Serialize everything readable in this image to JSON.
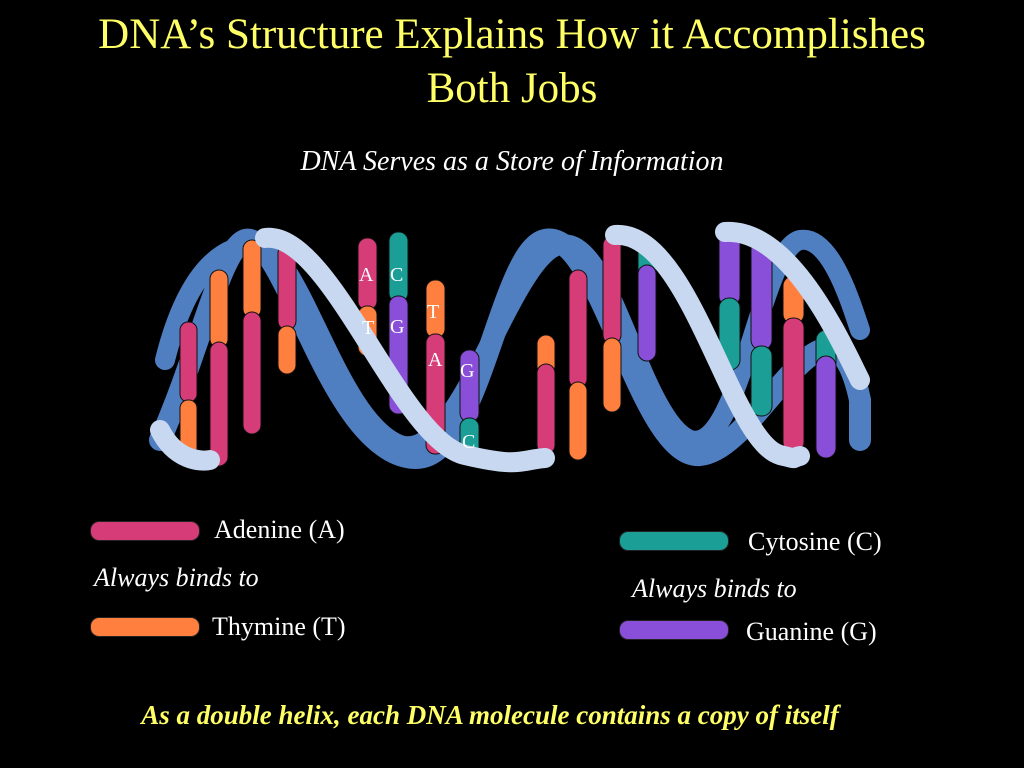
{
  "title_line1": "DNA’s Structure Explains How it Accomplishes",
  "title_line2": "Both Jobs",
  "subtitle": "DNA Serves as a Store of Information",
  "colors": {
    "adenine": "#d63c78",
    "thymine": "#ff7f3f",
    "cytosine": "#1a9e96",
    "guanine": "#8a4fd8",
    "backbone_front": "#c8d8f0",
    "backbone_back": "#4f7fc0",
    "title": "#ffff66"
  },
  "helix_letters": [
    "A",
    "C",
    "T",
    "G",
    "T",
    "A",
    "G",
    "C"
  ],
  "legend": {
    "adenine": "Adenine (A)",
    "thymine": "Thymine (T)",
    "cytosine": "Cytosine (C)",
    "guanine": "Guanine (G)",
    "relation_left": "Always binds to",
    "relation_right": "Always binds to"
  },
  "footer": "As a double helix, each DNA molecule contains a copy of itself"
}
